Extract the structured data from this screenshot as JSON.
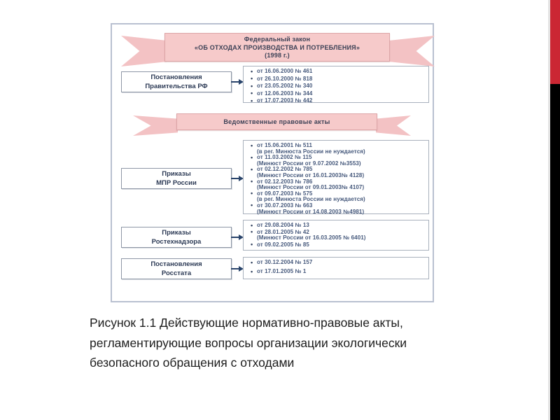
{
  "slide": {
    "caption_lines": [
      "Рисунок 1.1 Действующие нормативно-правовые акты,",
      "регламентирующие вопросы организации экологически",
      "безопасного обращения с отходами"
    ]
  },
  "colors": {
    "accent_stripe_red": "#cb2733",
    "accent_stripe_black": "#000000",
    "ribbon_pink": "#f6caca",
    "list_text_blue": "#46597c",
    "label_text_navy": "#2c3a55"
  },
  "diagram": {
    "banner1": {
      "lines": [
        "Федеральный закон",
        "«ОБ ОТХОДАХ ПРОИЗВОДСТВА И ПОТРЕБЛЕНИЯ»",
        "(1998 г.)"
      ]
    },
    "banner2": {
      "label": "Ведомственные правовые акты"
    },
    "rows": [
      {
        "label_lines": [
          "Постановления",
          "Правительства РФ"
        ],
        "items": [
          {
            "main": "от 16.06.2000 № 461"
          },
          {
            "main": "от 26.10.2000 № 818"
          },
          {
            "main": "от 23.05.2002 № 340"
          },
          {
            "main": "от 12.06.2003 № 344"
          },
          {
            "main": "от 17.07.2003 № 442"
          }
        ]
      },
      {
        "label_lines": [
          "Приказы",
          "МПР России"
        ],
        "items": [
          {
            "main": "от 15.06.2001 № 511",
            "sub": "(в рег. Минюста России не нуждается)"
          },
          {
            "main": "от 11.03.2002 № 115",
            "sub": "(Минюст России  от 9.07.2002 №3553)"
          },
          {
            "main": "от 02.12.2002 № 785",
            "sub": "(Минюст России  от 16.01.2003№ 4128)"
          },
          {
            "main": "от 02.12.2003 № 786",
            "sub": "(Минюст России  от 09.01.2003№ 4107)"
          },
          {
            "main": "от 09.07.2003 № 575",
            "sub": "(в рег. Минюста России не нуждается)"
          },
          {
            "main": "от 30.07.2003 № 663",
            "sub": "(Минюст России  от 14.08.2003 №4981)"
          }
        ]
      },
      {
        "label_lines": [
          "Приказы",
          "Ростехнадзора"
        ],
        "items": [
          {
            "main": "от 29.08.2004 № 13"
          },
          {
            "main": "от 28.01.2005 № 42",
            "sub": "(Минюст России  от 16.03.2005 № 6401)"
          },
          {
            "main": "от 09.02.2005 № 85"
          }
        ]
      },
      {
        "label_lines": [
          "Постановления",
          "Росстата"
        ],
        "items": [
          {
            "main": "от 30.12.2004 № 157"
          },
          {
            "main": "от 17.01.2005 № 1"
          }
        ]
      }
    ]
  }
}
